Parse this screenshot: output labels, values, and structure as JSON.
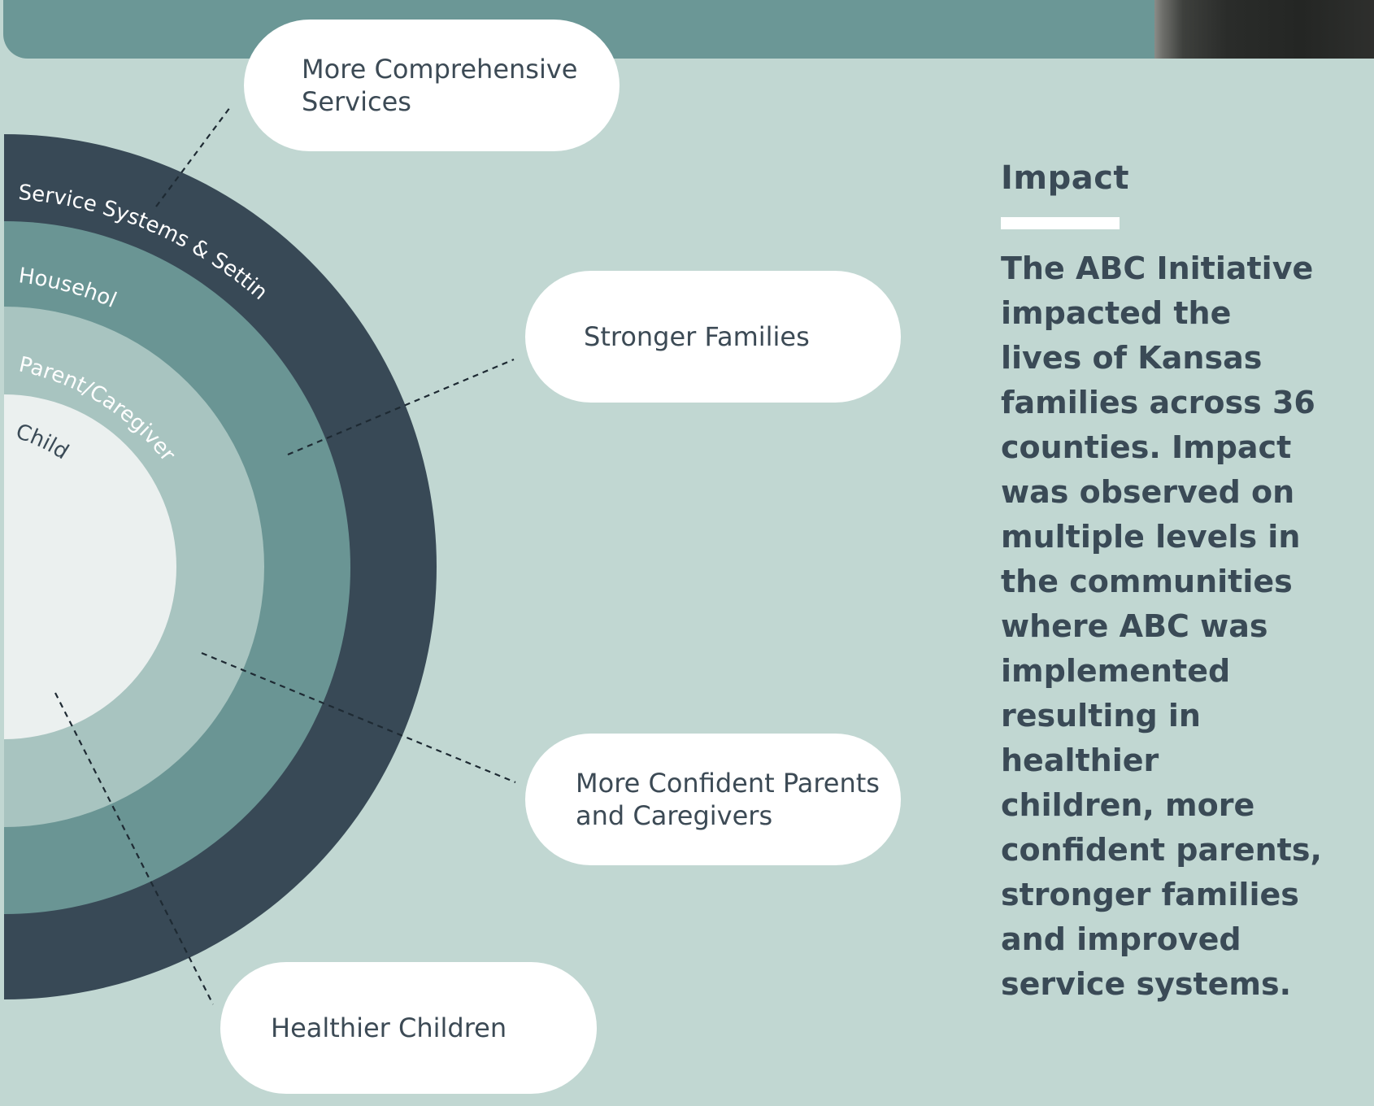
{
  "diagram": {
    "rings": [
      {
        "label": "Service Systems & Settings",
        "color": "#384956"
      },
      {
        "label": "Household",
        "color": "#6a9594"
      },
      {
        "label": "Parent/Caregiver",
        "color": "#a8c4c0"
      },
      {
        "label": "Child",
        "color": "#ebf0ef"
      }
    ],
    "callouts": [
      {
        "label": "More Comprehensive\nServices"
      },
      {
        "label": "Stronger Families"
      },
      {
        "label": "More Confident Parents\nand Caregivers"
      },
      {
        "label": "Healthier Children"
      }
    ]
  },
  "impact": {
    "title": "Impact",
    "body": "The ABC Initiative\nimpacted the\nlives of Kansas\nfamilies across 36\ncounties. Impact\nwas observed on\nmultiple levels in\nthe communities\nwhere ABC was\nimplemented\nresulting in healthier\nchildren, more\nconfident parents,\nstronger families\nand improved\nservice systems."
  },
  "colors": {
    "background": "#c1d7d2",
    "banner": "#6b9796",
    "text_dark": "#3a4a56",
    "callout_fill": "#ffffff"
  }
}
